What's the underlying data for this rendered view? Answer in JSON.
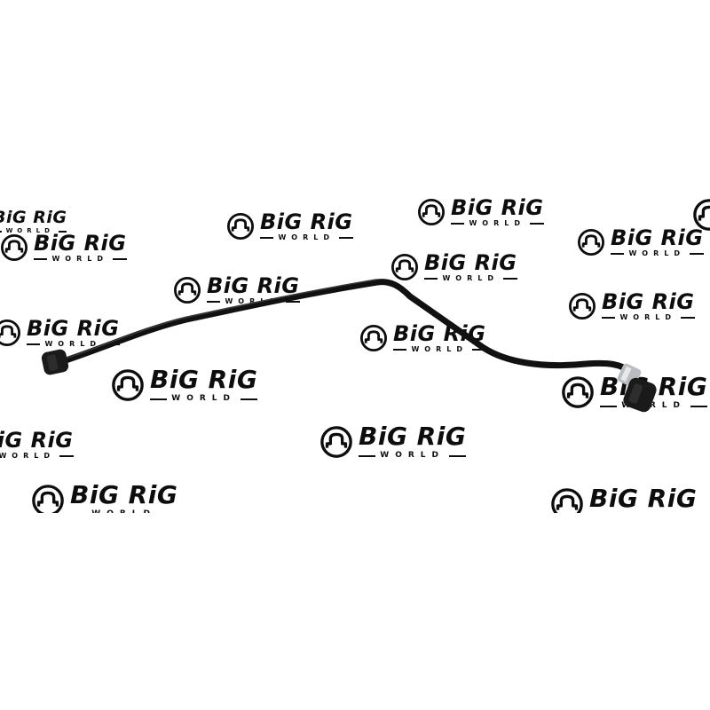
{
  "brand": {
    "name": "BiG RiG",
    "tagline": "WORLD",
    "ink_color": "#0d0d0d",
    "logo_icon": "truck-arch-icon"
  },
  "watermarks": [
    {
      "id": "wm-1",
      "size": "s-md"
    },
    {
      "id": "wm-2",
      "size": "s-sm"
    },
    {
      "id": "wm-3",
      "size": "s-md"
    },
    {
      "id": "wm-4",
      "size": "s-md"
    },
    {
      "id": "wm-5",
      "size": "s-md"
    },
    {
      "id": "wm-6",
      "size": "s-md"
    },
    {
      "id": "wm-7",
      "size": "s-md"
    },
    {
      "id": "wm-8",
      "size": "s-md"
    },
    {
      "id": "wm-9",
      "size": "s-md"
    },
    {
      "id": "wm-10",
      "size": "s-md"
    },
    {
      "id": "wm-11",
      "size": "s-lg"
    },
    {
      "id": "wm-12",
      "size": "s-lg"
    },
    {
      "id": "wm-13",
      "size": "s-md"
    },
    {
      "id": "wm-14",
      "size": "s-lg"
    },
    {
      "id": "wm-15",
      "size": "s-lg"
    },
    {
      "id": "wm-16",
      "size": "s-lg"
    },
    {
      "id": "wm-17",
      "size": "s-lg"
    }
  ],
  "product": {
    "subject": "black-metal-tube-assembly",
    "tube_color": "#111111",
    "fitting_color": "#1a1a1a",
    "metal_band_color": "#b9bcc0"
  }
}
